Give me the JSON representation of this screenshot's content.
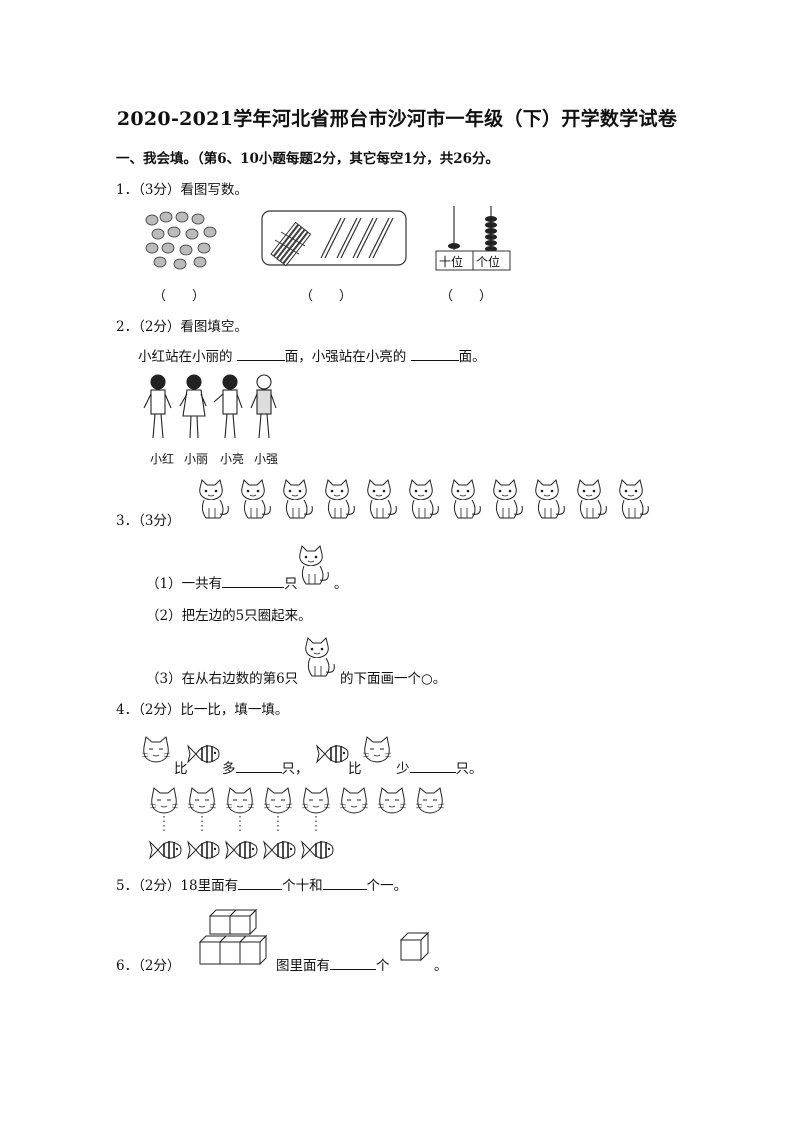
{
  "title": "2020-2021学年河北省邢台市沙河市一年级（下）开学数学试卷",
  "section1": "一、我会填。（第6、10小题每题2分，其它每空1分，共26分。",
  "q1": {
    "head": "1．（3分）看图写数。",
    "paren": [
      "（　　）",
      "（　　）",
      "（　　）"
    ],
    "abacus_labels": [
      "十位",
      "个位"
    ]
  },
  "q2": {
    "head": "2．（2分）看图填空。",
    "sentence_a": "小红站在小丽的",
    "sentence_b": "面，小强站在小亮的",
    "sentence_c": "面。",
    "names": [
      "小红",
      "小丽",
      "小亮",
      "小强"
    ]
  },
  "q3": {
    "head": "3．（3分）",
    "cat_count": 11,
    "sub1_a": "（1）一共有",
    "sub1_b": "只",
    "sub1_c": "。",
    "sub2": "（2）把左边的5只圈起来。",
    "sub3_a": "（3）在从右边数的第6只",
    "sub3_b": "的下面画一个○。"
  },
  "q4": {
    "head": "4．（2分）比一比，填一填。",
    "a1": "比",
    "a2": "多",
    "a3": "只，",
    "a4": "比",
    "a5": "少",
    "a6": "只。",
    "cats_row": 8,
    "fish_row": 5
  },
  "q5": {
    "a": "5．（2分）18里面有",
    "b": "个十和",
    "c": "个一。"
  },
  "q6": {
    "a": "6．（2分）",
    "b": "图里面有",
    "c": "个",
    "d": "。"
  }
}
